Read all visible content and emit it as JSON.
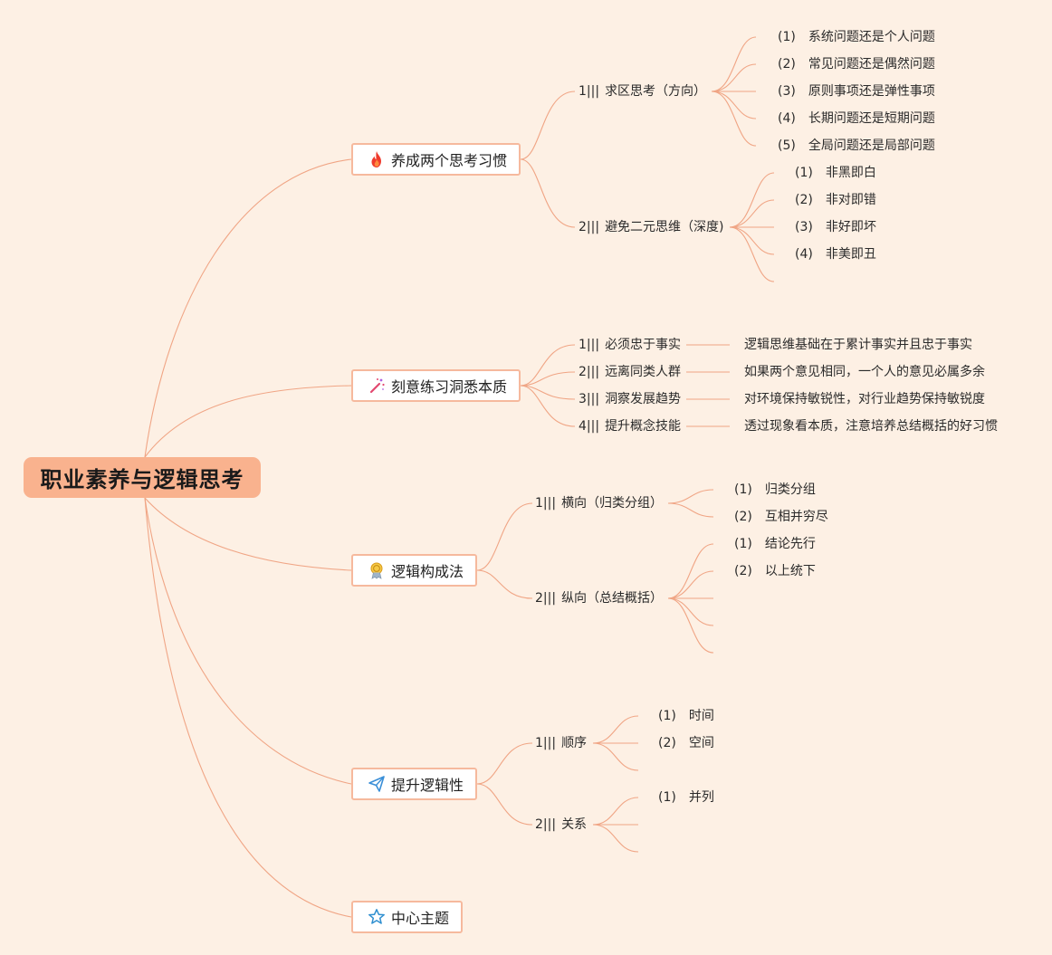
{
  "root": {
    "label": "职业素养与逻辑思考"
  },
  "colors": {
    "background": "#fdf0e4",
    "root_fill": "#f9b28e",
    "branch_border": "#f6b99d",
    "connector": "#f0a585"
  },
  "branches": [
    {
      "label": "养成两个思考习惯",
      "icon": "fire-icon",
      "children": [
        {
          "num": "1|||",
          "label": "求区思考（方向）",
          "items": [
            "(1)　系统问题还是个人问题",
            "(2)　常见问题还是偶然问题",
            "(3)　原则事项还是弹性事项",
            "(4)　长期问题还是短期问题",
            "(5)　全局问题还是局部问题"
          ]
        },
        {
          "num": "2|||",
          "label": "避免二元思维（深度)",
          "items": [
            "(1)　非黑即白",
            "(2)　非对即错",
            "(3)　非好即坏",
            "(4)　非美即丑"
          ]
        }
      ]
    },
    {
      "label": "刻意练习洞悉本质",
      "icon": "magic-wand-icon",
      "children": [
        {
          "num": "1|||",
          "label": "必须忠于事实",
          "desc": "逻辑思维基础在于累计事实并且忠于事实"
        },
        {
          "num": "2|||",
          "label": "远离同类人群",
          "desc": "如果两个意见相同，一个人的意见必属多余"
        },
        {
          "num": "3|||",
          "label": "洞察发展趋势",
          "desc": "对环境保持敏锐性，对行业趋势保持敏锐度"
        },
        {
          "num": "4|||",
          "label": "提升概念技能",
          "desc": "透过现象看本质，注意培养总结概括的好习惯"
        }
      ]
    },
    {
      "label": "逻辑构成法",
      "icon": "medal-icon",
      "children": [
        {
          "num": "1|||",
          "label": "横向（归类分组）",
          "items": [
            "(1)　归类分组",
            "(2)　互相并穷尽"
          ]
        },
        {
          "num": "2|||",
          "label": "纵向（总结概括）",
          "items": [
            "(1)　结论先行",
            "(2)　以上统下"
          ]
        }
      ]
    },
    {
      "label": "提升逻辑性",
      "icon": "paper-plane-icon",
      "children": [
        {
          "num": "1|||",
          "label": "顺序",
          "items": [
            "(1)　时间",
            "(2)　空间"
          ]
        },
        {
          "num": "2|||",
          "label": "关系",
          "items": [
            "(1)　并列"
          ]
        }
      ]
    },
    {
      "label": "中心主题",
      "icon": "star-icon",
      "children": []
    }
  ]
}
